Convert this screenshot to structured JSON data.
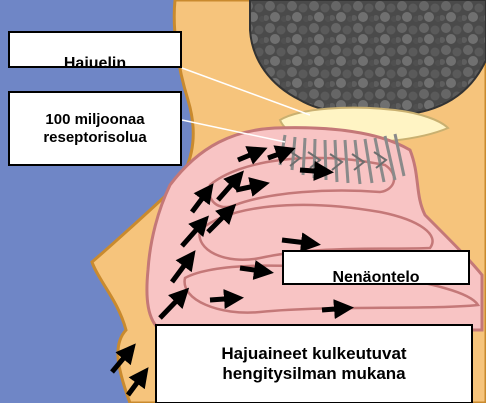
{
  "labels": {
    "olfactory_organ": "Hajuelin",
    "receptor_cells": "100 miljoonaa\nreseptorisolua",
    "nasal_cavity": "Nenäontelo",
    "odor_transport": "Hajuaineet kulkeutuvat\nhengitysilman mukana"
  },
  "colors": {
    "background": "#6f86c6",
    "skin": "#f6c47c",
    "skin_outline": "#c98a2e",
    "cavity_tissue": "#f8c4c4",
    "cavity_outline": "#c47878",
    "brain": "#555555",
    "bulb": "#fff4c4",
    "receptors": "#8a8a8a",
    "arrows": "#000000"
  },
  "icons": {
    "flow_arrows": "airflow-arrow-icon",
    "receptor_fibers": "receptor-cell-icon",
    "brain": "brain-tissue-icon"
  }
}
